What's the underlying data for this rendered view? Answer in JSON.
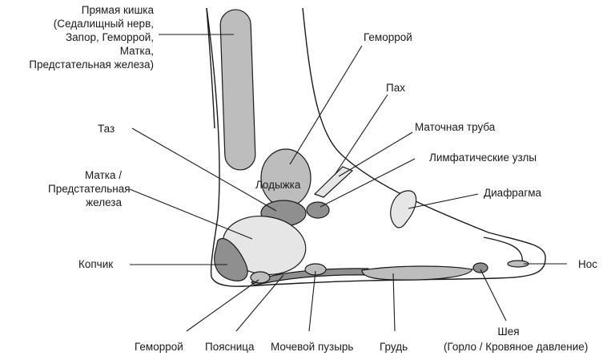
{
  "diagram": {
    "colors": {
      "outline": "#1a1a1a",
      "zone_light": "#e6e6e6",
      "zone_mid": "#bdbdbd",
      "zone_dark": "#8f8f8f"
    },
    "labels": {
      "rectum": [
        "Прямая кишка",
        "(Седалищный нерв,",
        "Запор, Геморрой,",
        "Матка,",
        "Предстательная железа)"
      ],
      "hemorrhoid_top": "Геморрой",
      "groin": "Пах",
      "fallopian": "Маточная труба",
      "lymph": "Лимфатические узлы",
      "diaphragm": "Диафрагма",
      "pelvis": "Таз",
      "uterus": [
        "Матка /",
        "Предстательная",
        "железа"
      ],
      "ankle": "Лодыжка",
      "coccyx": "Копчик",
      "nose": "Нос",
      "hemorrhoid_bottom": "Геморрой",
      "lower_back": "Поясница",
      "bladder": "Мочевой пузырь",
      "chest": "Грудь",
      "neck": "Шея",
      "neck_detail": "(Горло / Кровяное давление)"
    }
  }
}
